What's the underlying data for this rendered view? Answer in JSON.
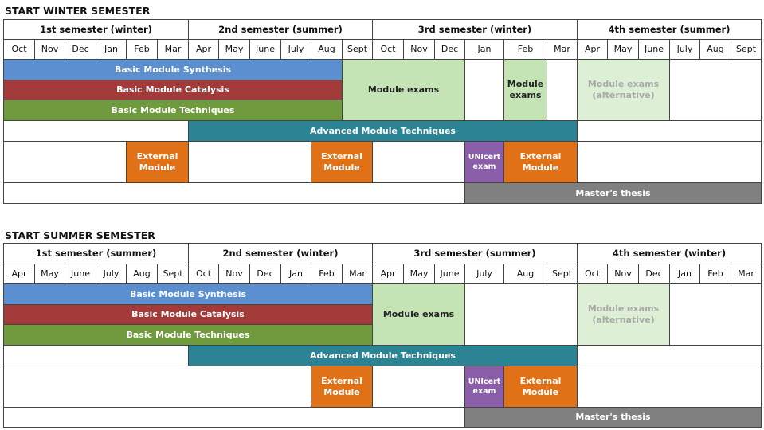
{
  "top": {
    "title": "START WINTER SEMESTER",
    "semesters": [
      "1st semester (winter)",
      "2nd semester (summer)",
      "3rd semester (winter)",
      "4th semester (summer)"
    ],
    "months": [
      "Oct",
      "Nov",
      "Dec",
      "Jan",
      "Feb",
      "Mar",
      "Apr",
      "May",
      "June",
      "July",
      "Aug",
      "Sept",
      "Oct",
      "Nov",
      "Dec",
      "Jan",
      "Feb",
      "Mar",
      "Apr",
      "May",
      "June",
      "July",
      "Aug",
      "Sept"
    ],
    "blocks": {
      "synthesis": "Basic Module Synthesis",
      "catalysis": "Basic Module Catalysis",
      "techniques": "Basic Module Techniques",
      "exams1": "Module exams",
      "exams2": "Module exams",
      "exams_alt": "Module exams (alternative)",
      "advanced": "Advanced Module Techniques",
      "ext1": "External Module",
      "ext2": "External Module",
      "unicert": "UNIcert exam",
      "ext3": "External Module",
      "thesis": "Master's thesis"
    }
  },
  "bottom": {
    "title": "START SUMMER SEMESTER",
    "semesters": [
      "1st semester (summer)",
      "2nd semester (winter)",
      "3rd semester (summer)",
      "4th semester (winter)"
    ],
    "months": [
      "Apr",
      "May",
      "June",
      "July",
      "Aug",
      "Sept",
      "Oct",
      "Nov",
      "Dec",
      "Jan",
      "Feb",
      "Mar",
      "Apr",
      "May",
      "June",
      "July",
      "Aug",
      "Sept",
      "Oct",
      "Nov",
      "Dec",
      "Jan",
      "Feb",
      "Mar"
    ],
    "blocks": {
      "synthesis": "Basic Module Synthesis",
      "catalysis": "Basic Module Catalysis",
      "techniques": "Basic Module Techniques",
      "exams1": "Module exams",
      "exams_alt": "Module exams (alternative)",
      "advanced": "Advanced Module Techniques",
      "ext1": "External Module",
      "unicert": "UNIcert exam",
      "ext2": "External Module",
      "thesis": "Master's thesis"
    }
  }
}
